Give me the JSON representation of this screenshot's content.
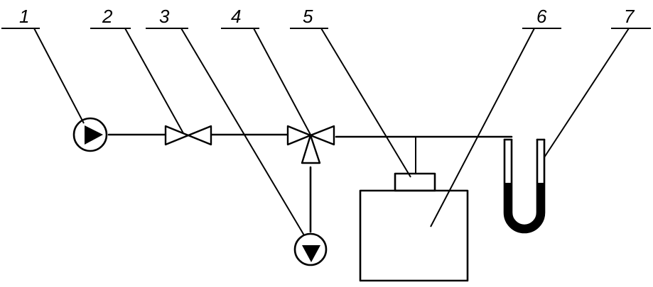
{
  "labels": {
    "l1": "1",
    "l2": "2",
    "l3": "3",
    "l4": "4",
    "l5": "5",
    "l6": "6",
    "l7": "7"
  },
  "colors": {
    "stroke": "#000000",
    "fill": "#ffffff",
    "liquid": "#000000"
  }
}
